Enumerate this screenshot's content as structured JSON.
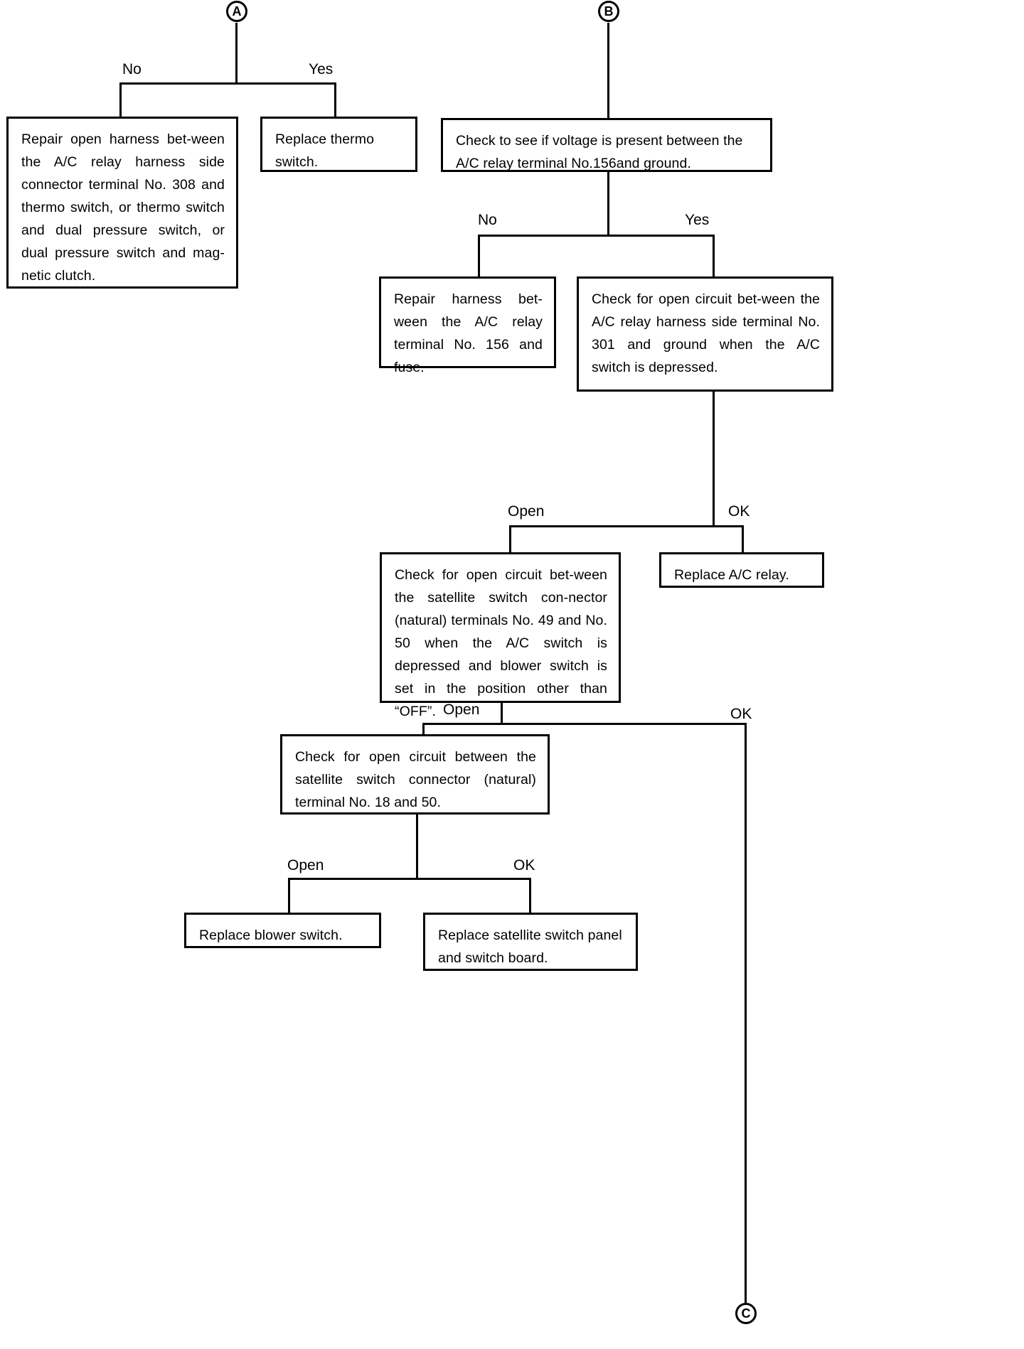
{
  "diagram": {
    "title": "A/C relay circuit troubleshooting flowchart",
    "connectors": {
      "a": "A",
      "b": "B",
      "c": "C"
    },
    "labels": {
      "a_no": "No",
      "a_yes": "Yes",
      "b_no": "No",
      "b_yes": "Yes",
      "open_1": "Open",
      "ok_1": "OK",
      "open_2": "Open",
      "ok_2": "OK",
      "open_3": "Open",
      "ok_3": "OK"
    },
    "boxes": {
      "repair_open_harness": "Repair open harness bet-​ween the A/C relay harness side connector terminal No. 308 and thermo switch, or thermo switch and dual pressure switch, or dual pressure switch and mag-​netic clutch.",
      "replace_thermo_switch": "Replace  thermo switch.",
      "check_voltage": "Check to see if voltage is present between the A/C relay terminal No.156and ground.",
      "repair_harness_156": "Repair harness bet-​ween the A/C relay terminal No.  156 and fuse.",
      "check_open_301": "Check for open circuit bet-​ween the A/C relay harness side terminal No. 301 and ground when the A/C switch is depressed.",
      "replace_ac_relay": "Replace A/C relay.",
      "check_satellite_49_50": "Check for open circuit bet-​ween the satellite switch con-​nector (natural) terminals No. 49 and No. 50 when the A/C switch is depressed and blower switch is set in the position other than “OFF”.",
      "check_satellite_18_50": "Check for open circuit between the satellite switch connector (natural) terminal No. 18 and 50.",
      "replace_blower_switch": "Replace blower switch.",
      "replace_satellite_panel": "Replace satellite switch panel and switch board."
    },
    "colors": {
      "line": "#000000",
      "background": "#ffffff",
      "text": "#000000"
    }
  }
}
